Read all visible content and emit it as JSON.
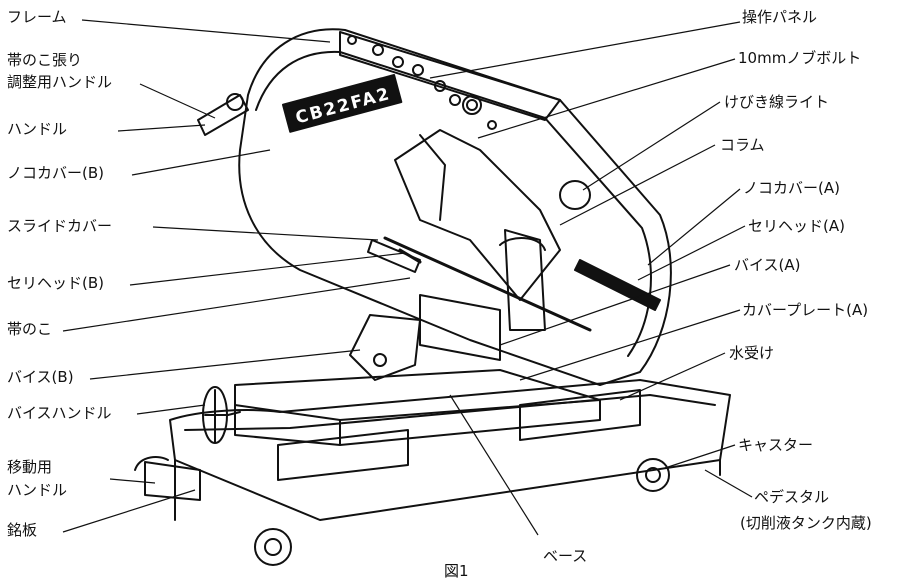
{
  "machine_text": "CB22FA2",
  "figure_caption": "図1",
  "labels_left": [
    {
      "id": "frame",
      "text": "フレーム"
    },
    {
      "id": "tension-handle-1",
      "text": "帯のこ張り"
    },
    {
      "id": "tension-handle-2",
      "text": "調整用ハンドル"
    },
    {
      "id": "handle",
      "text": "ハンドル"
    },
    {
      "id": "saw-cover-b",
      "text": "ノコカバー(B)"
    },
    {
      "id": "slide-cover",
      "text": "スライドカバー"
    },
    {
      "id": "seri-head-b",
      "text": "セリヘッド(B)"
    },
    {
      "id": "band-saw",
      "text": "帯のこ"
    },
    {
      "id": "vise-b",
      "text": "バイス(B)"
    },
    {
      "id": "vise-handle",
      "text": "バイスハンドル"
    },
    {
      "id": "move-handle-1",
      "text": "移動用"
    },
    {
      "id": "move-handle-2",
      "text": "ハンドル"
    },
    {
      "id": "nameplate",
      "text": "銘板"
    }
  ],
  "labels_right": [
    {
      "id": "control-panel",
      "text": "操作パネル"
    },
    {
      "id": "knob-bolt",
      "text": "10mmノブボルト"
    },
    {
      "id": "scribe-light",
      "text": "けびき線ライト"
    },
    {
      "id": "column",
      "text": "コラム"
    },
    {
      "id": "saw-cover-a",
      "text": "ノコカバー(A)"
    },
    {
      "id": "seri-head-a",
      "text": "セリヘッド(A)"
    },
    {
      "id": "vise-a",
      "text": "バイス(A)"
    },
    {
      "id": "cover-plate-a",
      "text": "カバープレート(A)"
    },
    {
      "id": "water-tray",
      "text": "水受け"
    },
    {
      "id": "caster",
      "text": "キャスター"
    },
    {
      "id": "pedestal-1",
      "text": "ペデスタル"
    },
    {
      "id": "pedestal-2",
      "text": "(切削液タンク内蔵)"
    }
  ],
  "label_bottom": {
    "id": "base",
    "text": "ベース"
  }
}
